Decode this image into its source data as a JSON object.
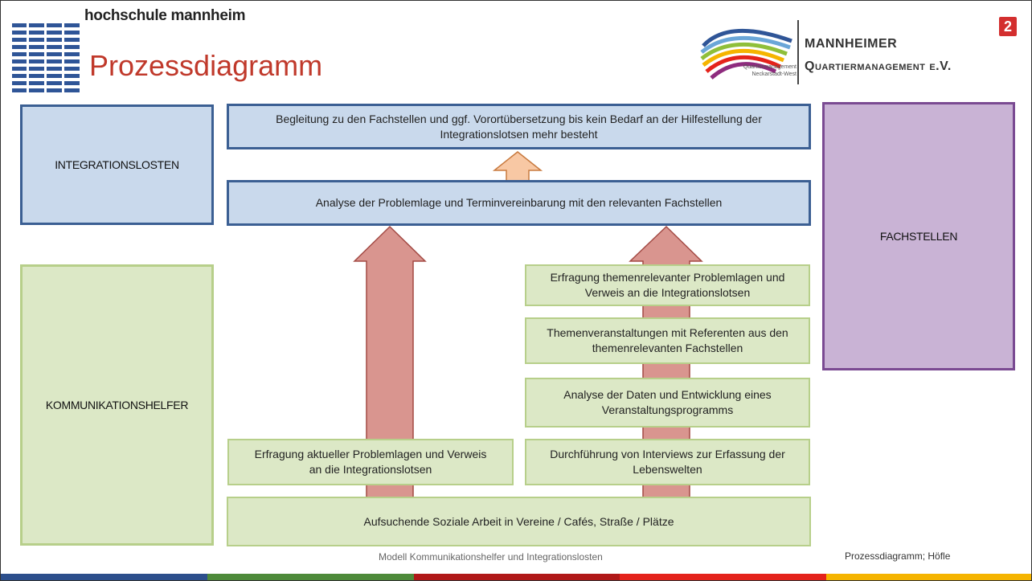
{
  "header": {
    "school_name": "hochschule mannheim",
    "title": "Prozessdiagramm",
    "org_name_line1": "Mannheimer",
    "org_name_line2": "Quartiermanagement e.V.",
    "org_logo_small_line1": "Quartiermanagement",
    "org_logo_small_line2": "Neckarstadt-West",
    "page_number": "2"
  },
  "roles": {
    "integrationslotsen": "INTEGRATIONSLOSTEN",
    "kommunikationshelfer": "KOMMUNIKATIONSHELFER",
    "fachstellen": "FACHSTELLEN"
  },
  "steps": {
    "top": "Begleitung zu den Fachstellen und ggf. Vorortübersetzung bis kein Bedarf an der Hilfestellung der Integrationslotsen mehr besteht",
    "analysis": "Analyse der Problemlage und Terminvereinbarung mit den relevanten Fachstellen",
    "right_1": "Erfragung themenrelevanter Problemlagen und Verweis an die Integrationslotsen",
    "right_2": "Themenveranstaltungen mit Referenten aus den themenrelevanten Fachstellen",
    "right_3": "Analyse der Daten und Entwicklung eines Veranstaltungsprogramms",
    "right_4": "Durchführung von Interviews zur Erfassung der Lebenswelten",
    "left_1": "Erfragung aktueller Problemlagen und Verweis an die Integrationslotsen",
    "base": "Aufsuchende Soziale Arbeit in Vereine / Cafés,  Straße / Plätze"
  },
  "footer": {
    "caption": "Modell Kommunikationshelfer und Integrationslosten",
    "credit": "Prozessdiagramm; Höfle"
  },
  "colors": {
    "title_red": "#c0392b",
    "blue_fill": "#c9d9ec",
    "blue_border": "#3b5f93",
    "green_fill": "#dce8c6",
    "green_border": "#b7cf8a",
    "purple_fill": "#c9b3d5",
    "purple_border": "#7a4a92",
    "arrow_red": "#d9958f",
    "arrow_orange": "#f8c8a4"
  },
  "bottom_bar_colors": [
    "#2c4f8c",
    "#4e8a3a",
    "#b01818",
    "#e4231b",
    "#f5b400"
  ]
}
